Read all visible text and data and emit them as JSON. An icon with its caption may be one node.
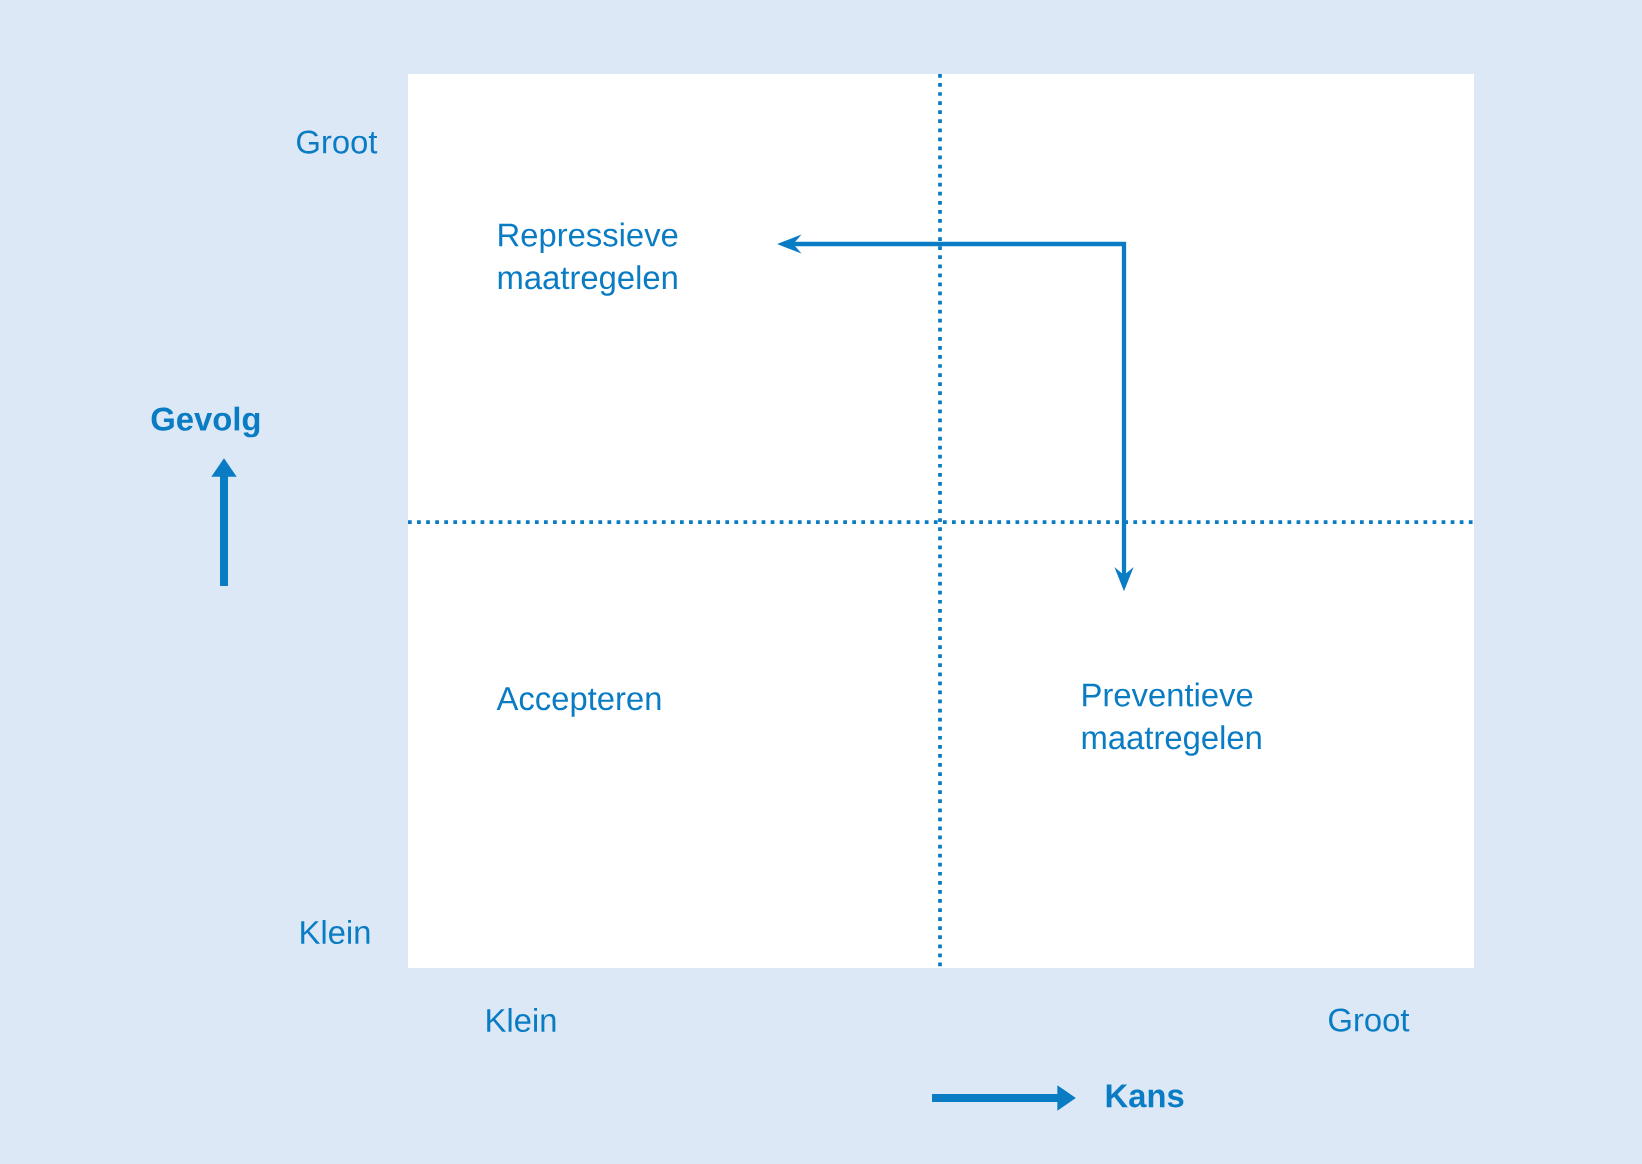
{
  "diagram": {
    "nodes": [
      {
        "text": [
          "Repressieve maatregelen"
        ]
      },
      {
        "text": [
          "Preventieve maatregelen"
        ]
      }
    ],
    "edges": [
      {
        "from": 0,
        "to": 1,
        "arrow": "both"
      }
    ],
    "labels": [
      "Groot",
      "Gevolg",
      "Accepteren",
      "Klein",
      "Klein",
      "Groot",
      "Kans"
    ]
  }
}
